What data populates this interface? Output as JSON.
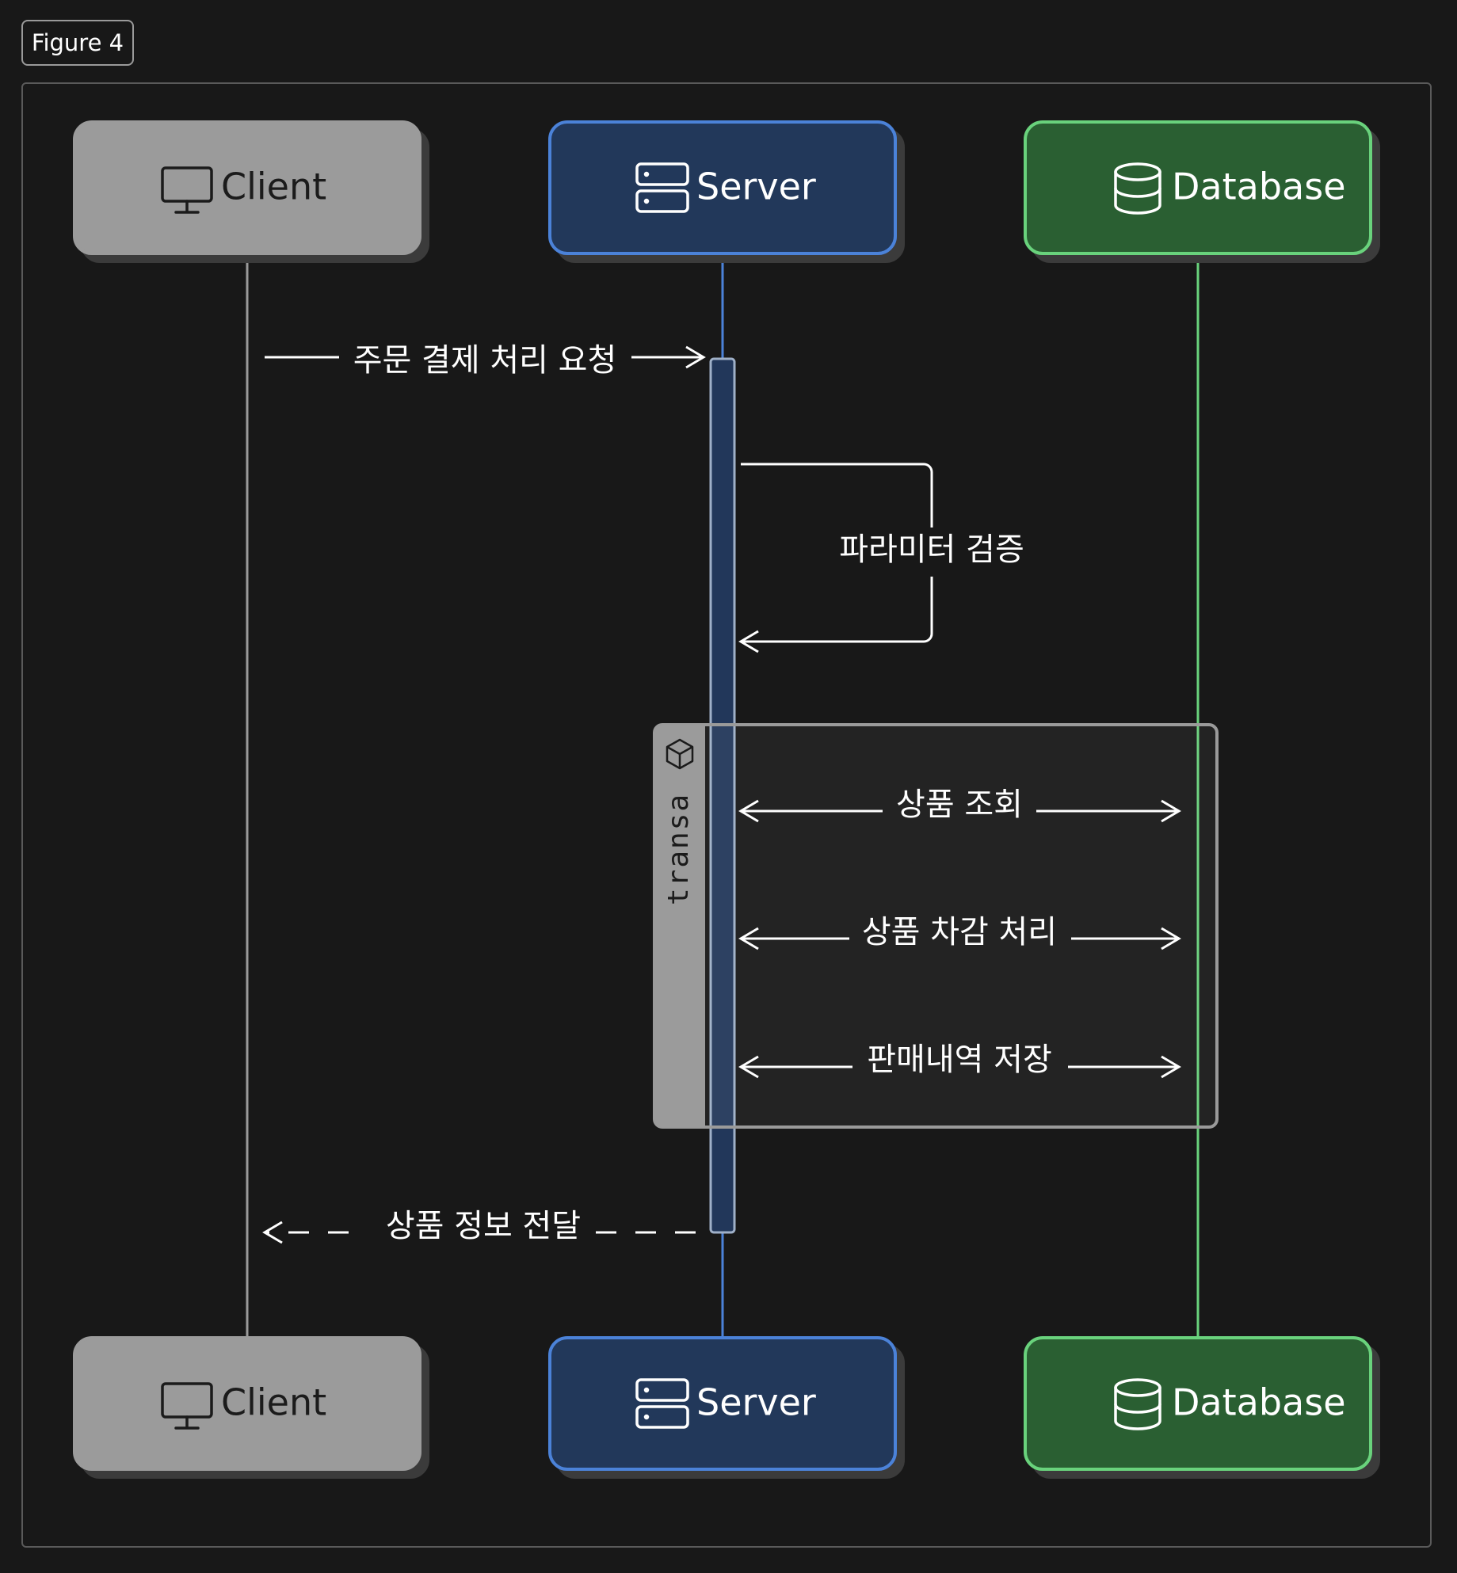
{
  "figure_label": "Figure 4",
  "participants": [
    {
      "id": "client",
      "label": "Client",
      "icon": "monitor-icon",
      "fill": "#9b9b9b",
      "border": "#9b9b9b",
      "text_color": "#1b1b1b",
      "line_color": "#9a9a9a"
    },
    {
      "id": "server",
      "label": "Server",
      "icon": "server-icon",
      "fill": "#22375a",
      "border": "#4b82d8",
      "text_color": "#ffffff",
      "line_color": "#4b82d8"
    },
    {
      "id": "database",
      "label": "Database",
      "icon": "database-icon",
      "fill": "#2b5e33",
      "border": "#69d27c",
      "text_color": "#ffffff",
      "line_color": "#69d27c"
    }
  ],
  "messages": {
    "request": {
      "label": "주문 결제 처리 요청",
      "from": "client",
      "to": "server",
      "style": "solid"
    },
    "self_call": {
      "label": "파라미터 검증",
      "participant": "server"
    },
    "product_lookup": {
      "label": "상품 조회",
      "between": [
        "server",
        "database"
      ],
      "style": "bidirectional"
    },
    "stock_deduct": {
      "label": "상품 차감 처리",
      "between": [
        "server",
        "database"
      ],
      "style": "bidirectional"
    },
    "sales_save": {
      "label": "판매내역 저장",
      "between": [
        "server",
        "database"
      ],
      "style": "bidirectional"
    },
    "response": {
      "label": "상품 정보 전달",
      "from": "server",
      "to": "client",
      "style": "dashed"
    }
  },
  "transaction": {
    "label": "transa",
    "icon": "cube-icon"
  }
}
